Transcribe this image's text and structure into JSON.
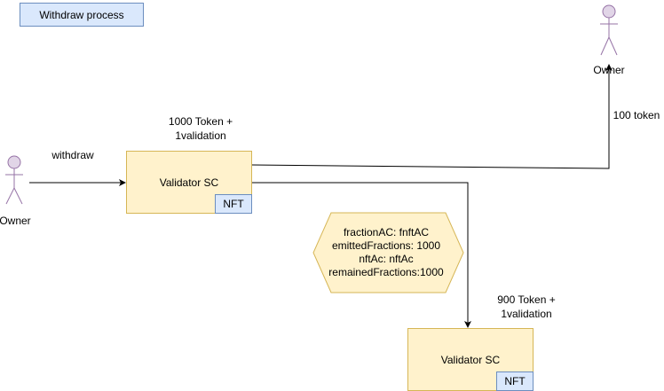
{
  "title": "Withdraw process",
  "actors": {
    "left_owner": "Owner",
    "right_owner": "Owner"
  },
  "edges": {
    "withdraw": "withdraw",
    "input_tokens": [
      "1000 Token +",
      "1validation"
    ],
    "output_owner": "100 token",
    "output_validator": [
      "900 Token +",
      "1validation"
    ]
  },
  "validator_top": {
    "label": "Validator SC",
    "nft": "NFT"
  },
  "validator_bottom": {
    "label": "Validator SC",
    "nft": "NFT"
  },
  "datum": {
    "lines": [
      "fractionAC: fnftAC",
      "emittedFractions: 1000",
      "nftAc: nftAc",
      "remainedFractions:1000"
    ]
  },
  "colors": {
    "validator_fill": "#fff2cc",
    "validator_stroke": "#d6b656",
    "nft_fill": "#dae8fc",
    "nft_stroke": "#6c8ebf",
    "actor_fill": "#e1d5e7",
    "actor_stroke": "#9673a6"
  }
}
